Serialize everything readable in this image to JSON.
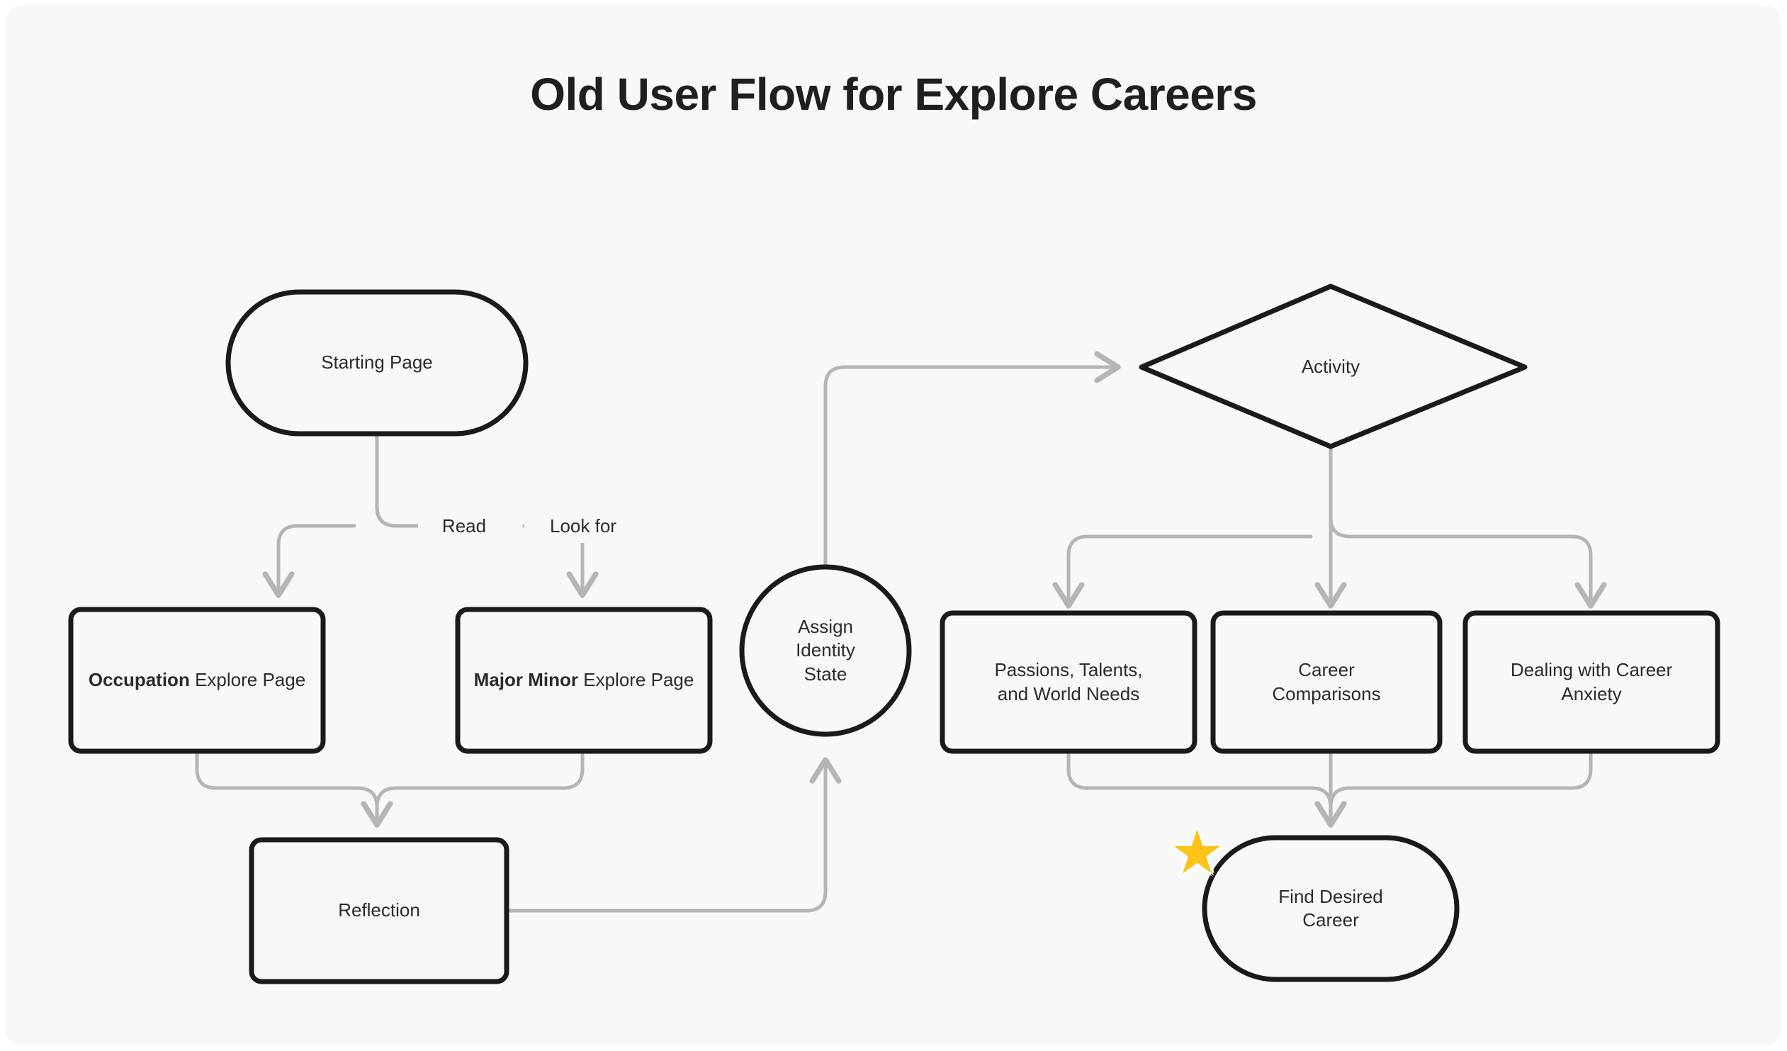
{
  "page": {
    "title": "Old User Flow for Explore Careers",
    "background_color": "#f8f8f8",
    "node_border_color": "#1a1a1a",
    "edge_color": "#b5b5b5",
    "text_color": "#2b2b2b",
    "star_color": "#fcc419"
  },
  "nodes": {
    "starting_page": {
      "label": "Starting Page",
      "shape": "stadium"
    },
    "occupation_explore": {
      "label_bold": "Occupation",
      "label_rest": "Explore Page",
      "shape": "rectangle"
    },
    "major_minor_explore": {
      "label_bold": "Major Minor",
      "label_rest": "Explore Page",
      "shape": "rectangle"
    },
    "reflection": {
      "label": "Reflection",
      "shape": "rectangle"
    },
    "assign_identity_state": {
      "line1": "Assign",
      "line2": "Identity",
      "line3": "State",
      "shape": "circle"
    },
    "activity": {
      "label": "Activity",
      "shape": "diamond"
    },
    "passions_talents": {
      "line1": "Passions, Talents,",
      "line2": "and World Needs",
      "shape": "rectangle"
    },
    "career_comparisons": {
      "line1": "Career",
      "line2": "Comparisons",
      "shape": "rectangle"
    },
    "career_anxiety": {
      "line1": "Dealing with Career",
      "line2": "Anxiety",
      "shape": "rectangle"
    },
    "find_desired_career": {
      "line1": "Find Desired",
      "line2": "Career",
      "shape": "stadium",
      "badge": "★"
    }
  },
  "edges": {
    "read_label": "Read",
    "look_for_label": "Look for"
  }
}
